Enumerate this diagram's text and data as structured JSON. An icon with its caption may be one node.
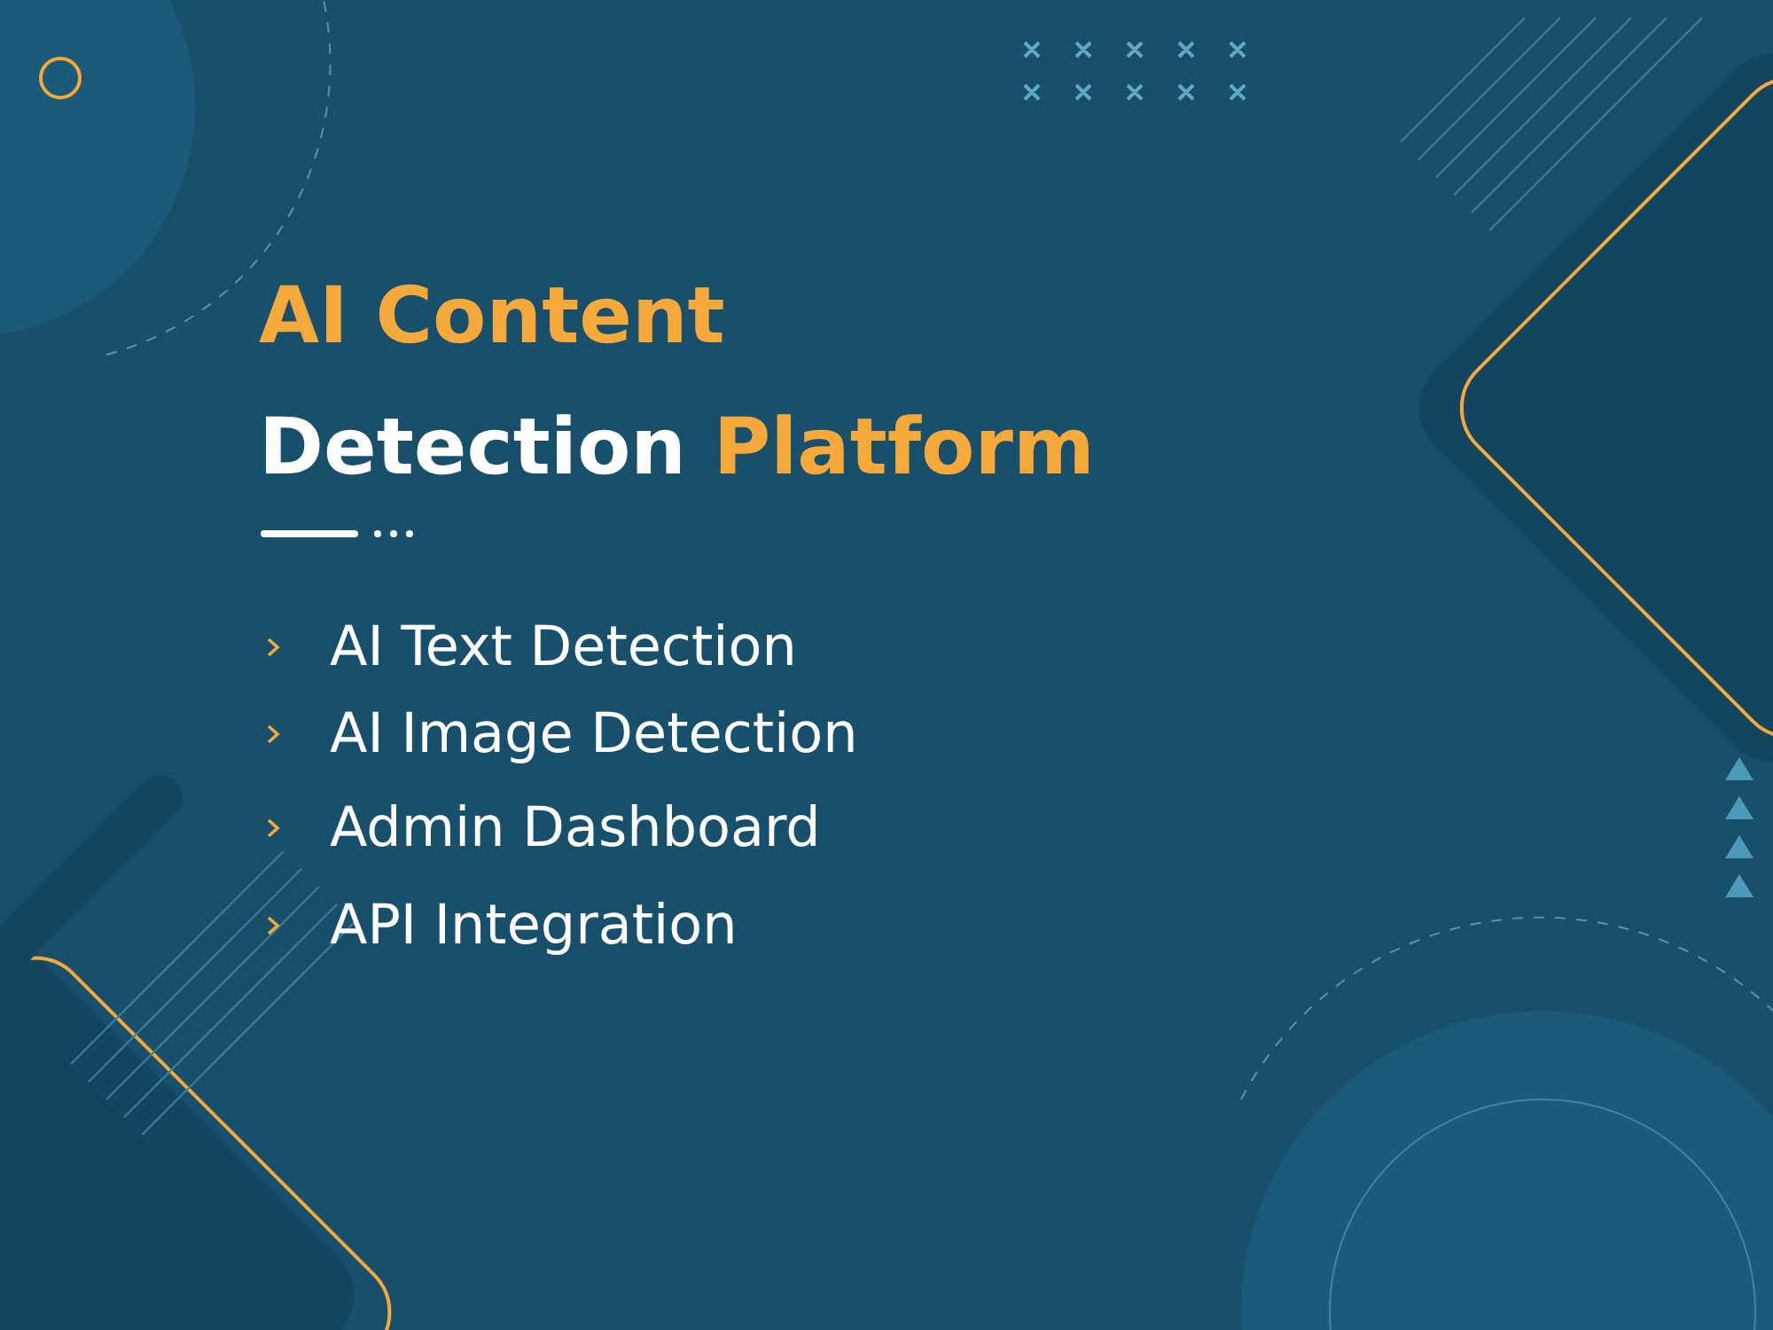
{
  "diagram": {
    "title": "AI Content Detection Platform",
    "labels": [
      "AI Text Detection",
      "AI Image Detection",
      "Admin Dashboard",
      "API Integration"
    ]
  }
}
